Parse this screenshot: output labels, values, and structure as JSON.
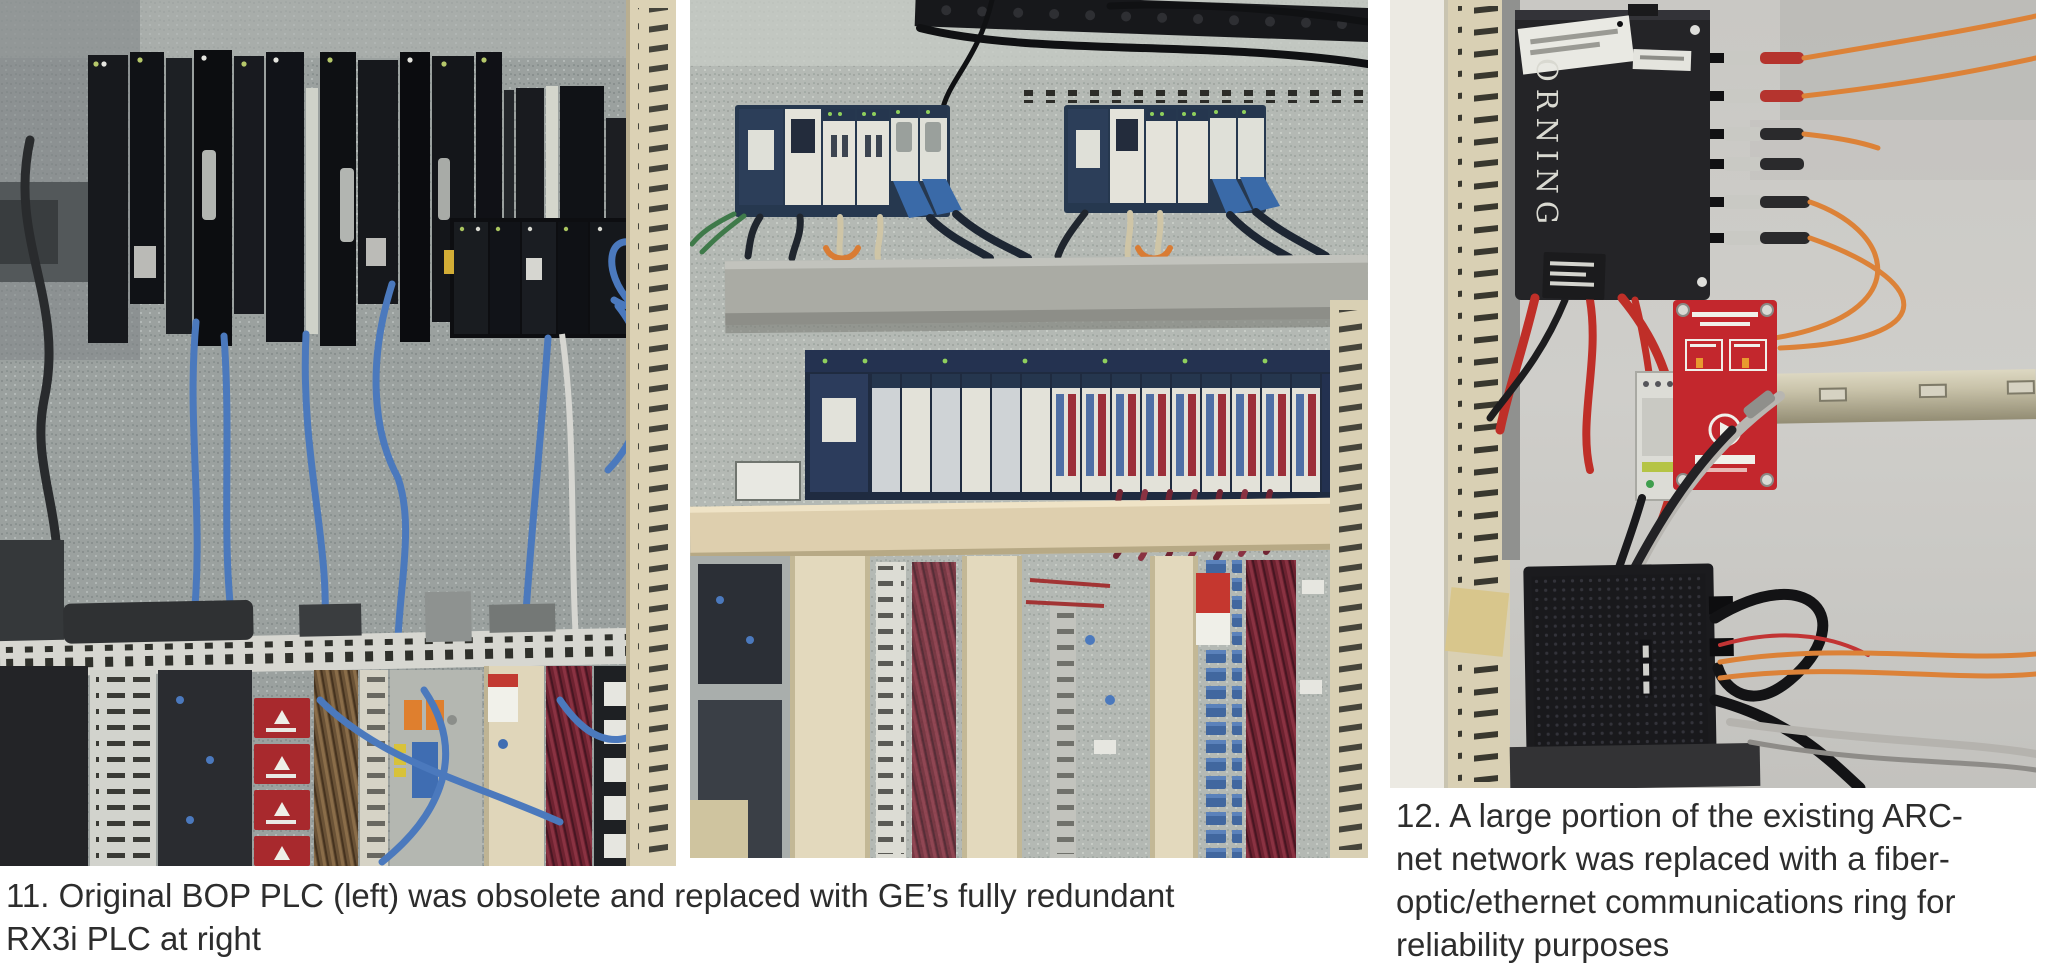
{
  "figures": {
    "fig11": {
      "caption_lines": [
        "11. Original BOP PLC (left) was obsolete and replaced with GE’s fully redundant",
        "RX3i PLC at right"
      ]
    },
    "fig12": {
      "caption_lines": [
        "12. A large portion of the existing ARC-",
        "net network was replaced with a fiber-",
        "optic/ethernet communications ring for",
        "reliability purposes"
      ]
    }
  },
  "photos": {
    "fiber_box_brand": "ORNING"
  },
  "colors": {
    "caption_text": "#2d2d2d",
    "galvanized_panel": "#9ba19f",
    "galvanized_light": "#b4b9b4",
    "cream_duct": "#e0d6ba",
    "navy_module": "#26384f",
    "module_face_ivory": "#e4e3da",
    "red_module": "#a8292d",
    "maroon_wire": "#6d2230",
    "blue_cable": "#4b79bd",
    "orange_fiber": "#dc8238",
    "red_device": "#c3272d",
    "black_equipment": "#1b1b1e",
    "din_rail": "#c9c3aa"
  }
}
